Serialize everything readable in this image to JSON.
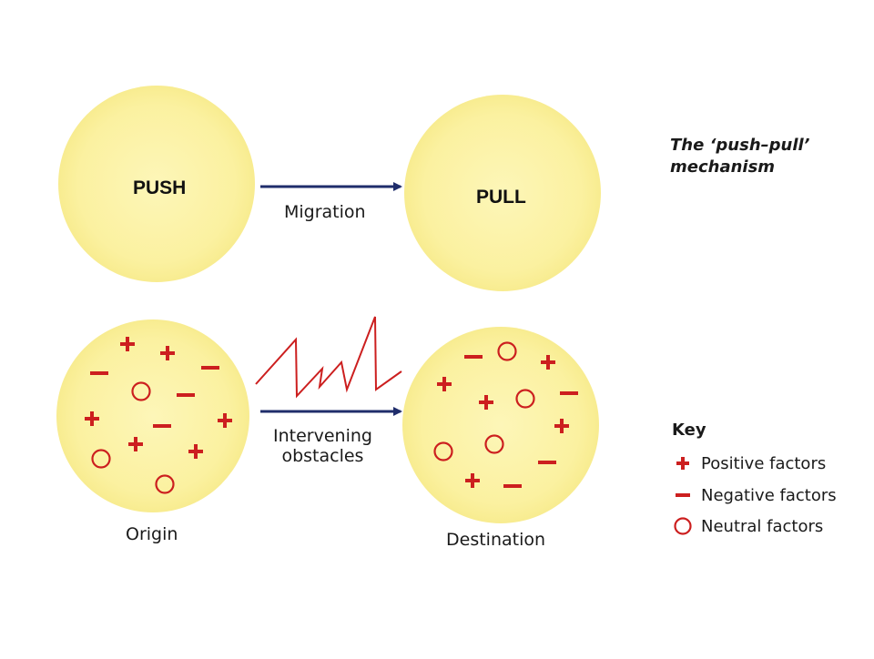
{
  "diagram": {
    "title": "The ‘push–pull’ mechanism",
    "title_lines": [
      "The ‘push–pull’",
      "mechanism"
    ],
    "top_row": {
      "left_circle_label": "PUSH",
      "right_circle_label": "PULL",
      "arrow_label": "Migration"
    },
    "bottom_row": {
      "left_circle_label": "Origin",
      "right_circle_label": "Destination",
      "arrow_label_lines": [
        "Intervening",
        "obstacles"
      ]
    },
    "key": {
      "title": "Key",
      "items": [
        {
          "symbol": "plus",
          "label": "Positive factors"
        },
        {
          "symbol": "minus",
          "label": "Negative factors"
        },
        {
          "symbol": "circle",
          "label": "Neutral factors"
        }
      ]
    }
  },
  "colors": {
    "circle_fill": "#fcf4a8",
    "arrow": "#1f2d6b",
    "factor": "#cc1f1f",
    "zigzag": "#cc1f1f"
  },
  "origin_factors": [
    "plus",
    "plus",
    "minus",
    "minus",
    "circle",
    "minus",
    "plus",
    "minus",
    "plus",
    "circle",
    "plus",
    "plus",
    "circle"
  ],
  "destination_factors": [
    "minus",
    "circle",
    "plus",
    "plus",
    "plus",
    "circle",
    "minus",
    "plus",
    "circle",
    "circle",
    "minus",
    "plus",
    "minus"
  ]
}
